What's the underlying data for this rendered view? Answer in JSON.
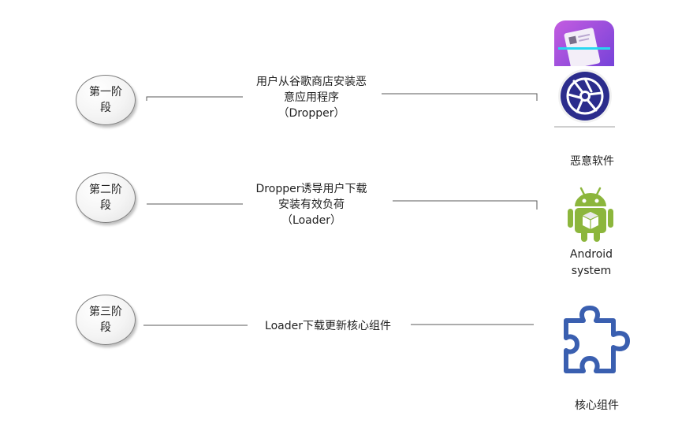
{
  "stages": [
    {
      "circle_label": "第一阶段",
      "description": "用户从谷歌商店安装恶\n意应用程序\n（Dropper）"
    },
    {
      "circle_label": "第二阶段",
      "description": "Dropper诱导用户下载\n安装有效负荷\n（Loader）"
    },
    {
      "circle_label": "第三阶段",
      "description": "Loader下载更新核心组件"
    }
  ],
  "icons": {
    "malware": {
      "label": "恶意软件",
      "name": "malware-app-icon"
    },
    "android": {
      "label": "Android\nsystem",
      "name": "android-robot-icon"
    },
    "core": {
      "label": "核心组件",
      "name": "puzzle-piece-icon"
    }
  },
  "colors": {
    "line": "#595959",
    "app_purple": "#6c3fd8",
    "app_pink": "#c45ce0",
    "scan_cyan": "#29d7f0",
    "shutter_blue": "#2b2c8c",
    "android_green": "#8cb63c",
    "puzzle_blue": "#3a5fb0"
  }
}
